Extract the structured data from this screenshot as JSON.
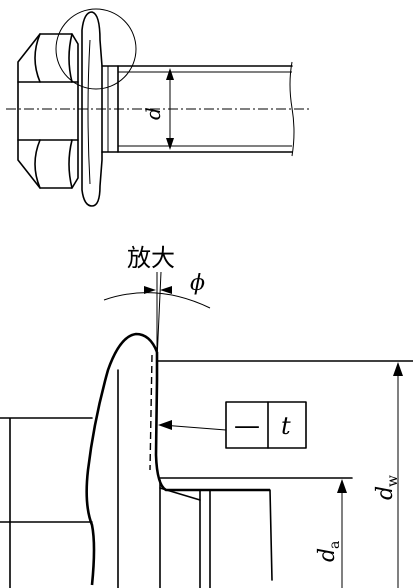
{
  "labels": {
    "top_diameter": "d",
    "enlarge": "放大",
    "angle": "ϕ",
    "flatness_symbol": "—",
    "tolerance": "t",
    "dw_main": "d",
    "dw_sub": "w",
    "da_main": "d",
    "da_sub": "a"
  }
}
